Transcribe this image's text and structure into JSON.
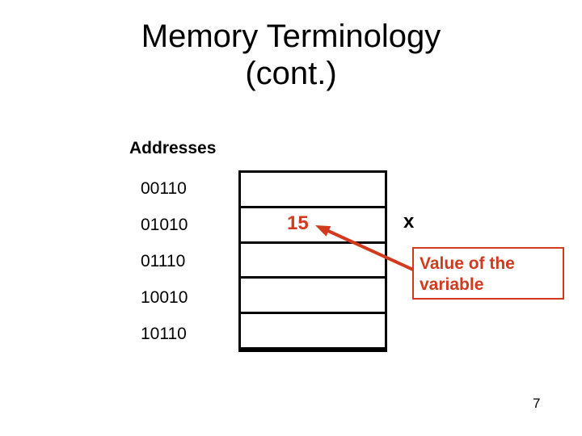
{
  "slide": {
    "title": {
      "line1": "Memory Terminology",
      "line2": "(cont.)"
    },
    "addresses_heading": "Addresses",
    "addresses": [
      "00110",
      "01010",
      "01110",
      "10010",
      "10110"
    ],
    "memory": {
      "rows": 5,
      "cell_value": "15",
      "value_row_index": 1
    },
    "variable_label": "x",
    "callout": {
      "label": "Value of the variable"
    },
    "page_number": "7",
    "colors": {
      "accent": "#D23A1E",
      "ink": "#000000",
      "background": "#FFFFFF"
    }
  }
}
